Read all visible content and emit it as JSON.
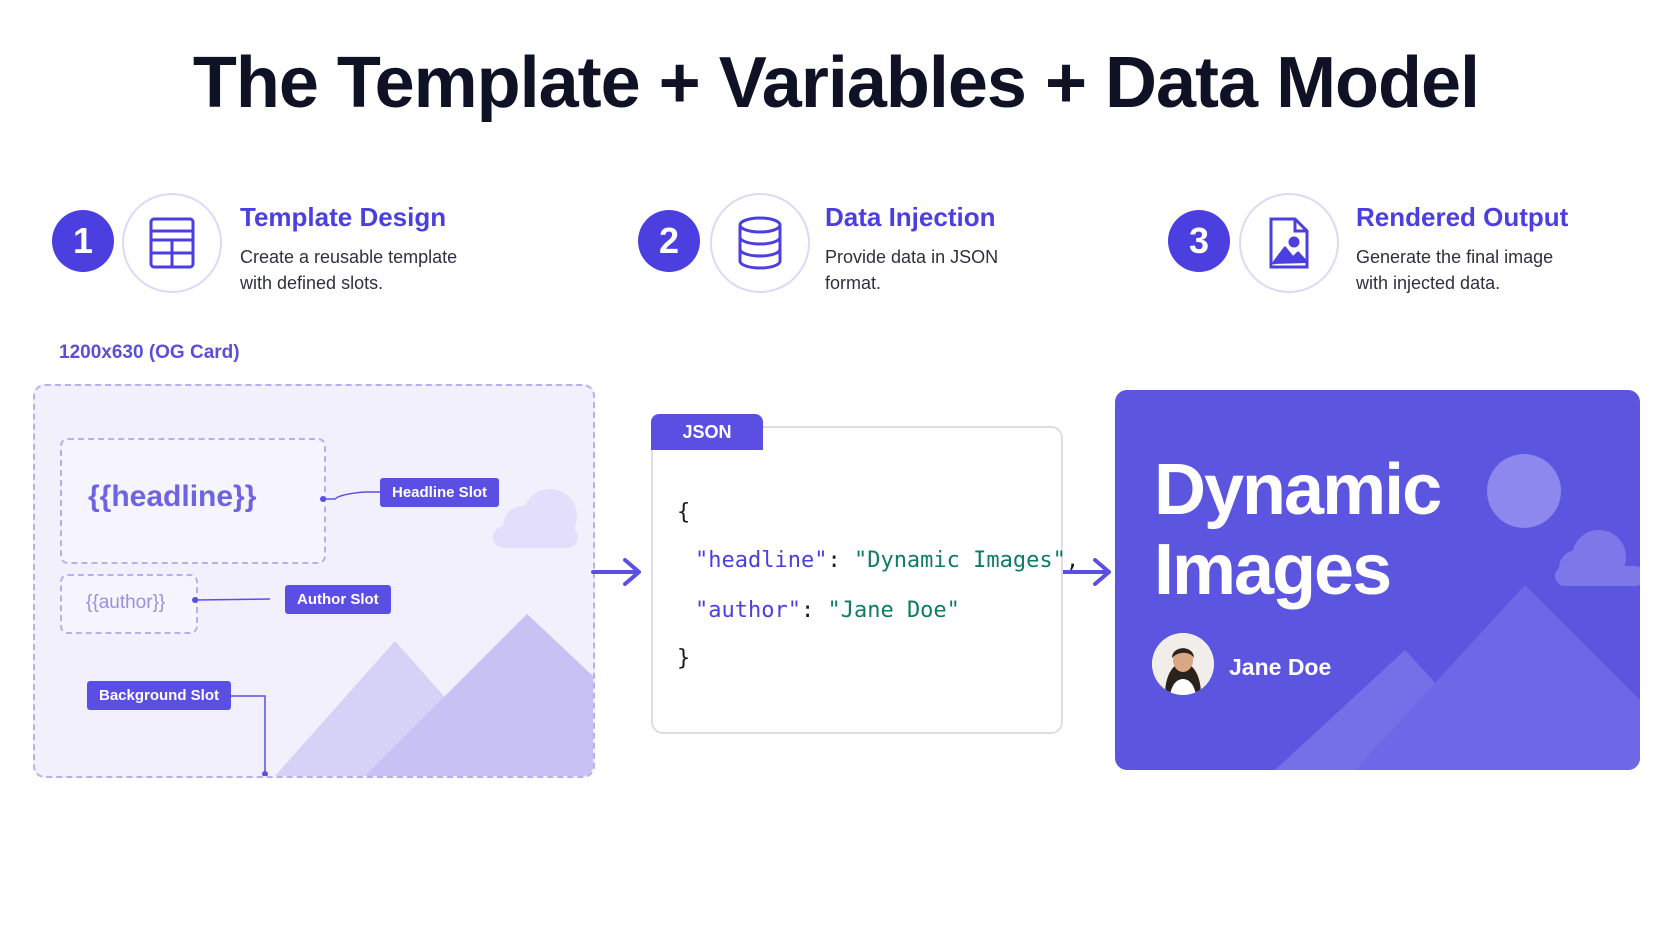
{
  "title": "The Template + Variables + Data Model",
  "steps": [
    {
      "number": "1",
      "title": "Template Design",
      "desc_line1": "Create a reusable template",
      "desc_line2": "with defined slots.",
      "icon": "layout-template-icon"
    },
    {
      "number": "2",
      "title": "Data Injection",
      "desc_line1": "Provide data in JSON",
      "desc_line2": "format.",
      "icon": "database-icon"
    },
    {
      "number": "3",
      "title": "Rendered Output",
      "desc_line1": "Generate the final image",
      "desc_line2": "with injected data.",
      "icon": "image-file-icon"
    }
  ],
  "template": {
    "size_label": "1200x630 (OG Card)",
    "headline_placeholder": "{{headline}}",
    "author_placeholder": "{{author}}",
    "headline_tag": "Headline Slot",
    "author_tag": "Author Slot",
    "background_tag": "Background Slot"
  },
  "json": {
    "tab_label": "JSON",
    "open_brace": "{",
    "close_brace": "}",
    "headline_key": "\"headline\"",
    "headline_value": "\"Dynamic Images\"",
    "author_key": "\"author\"",
    "author_value": "\"Jane Doe\""
  },
  "output": {
    "title_line1": "Dynamic",
    "title_line2": "Images",
    "author_name": "Jane Doe"
  },
  "colors": {
    "accent": "#4b3fe0",
    "output_bg": "#5b55e0",
    "json_value": "#0e7d63"
  }
}
